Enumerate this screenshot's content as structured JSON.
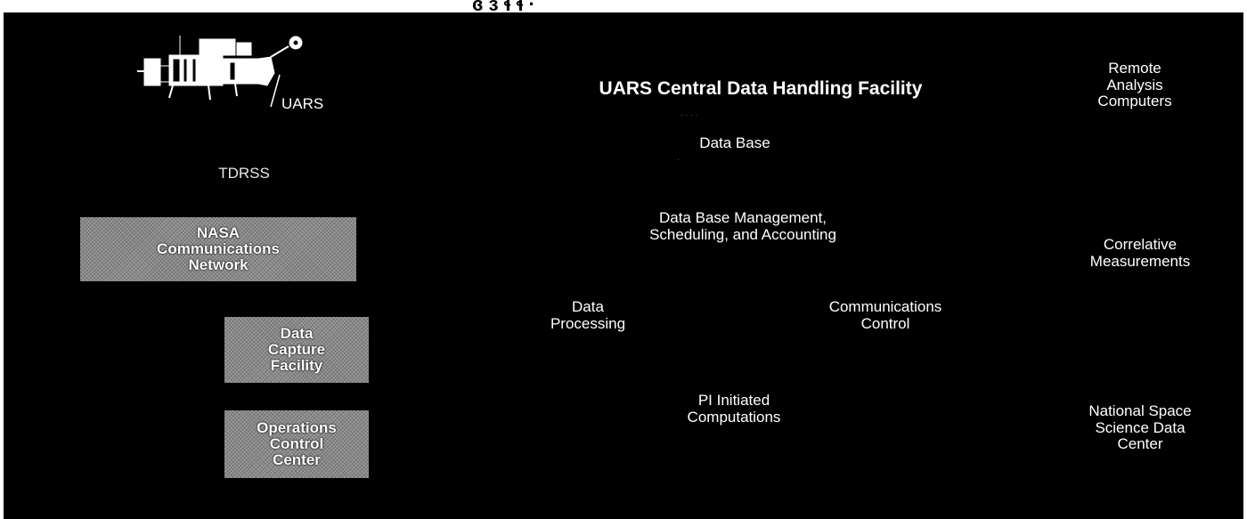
{
  "labels": {
    "uars": "UARS",
    "tdrss": "TDRSS",
    "central_title": "UARS Central Data Handling Facility",
    "data_base": "Data Base",
    "dbm": "Data Base Management,\nScheduling, and Accounting",
    "data_processing": "Data\nProcessing",
    "comm_control": "Communications\nControl",
    "pi_computations": "PI Initiated\nComputations",
    "remote": "Remote\nAnalysis\nComputers",
    "correlative": "Correlative\nMeasurements",
    "nssdc": "National Space\nScience Data\nCenter"
  },
  "boxes": {
    "nasa_network": "NASA\nCommunications\nNetwork",
    "data_capture": "Data\nCapture\nFacility",
    "occ": "Operations\nControl\nCenter"
  },
  "colors": {
    "background": "#000000",
    "text": "#ffffff",
    "box_fill": "#8a8a8a"
  }
}
